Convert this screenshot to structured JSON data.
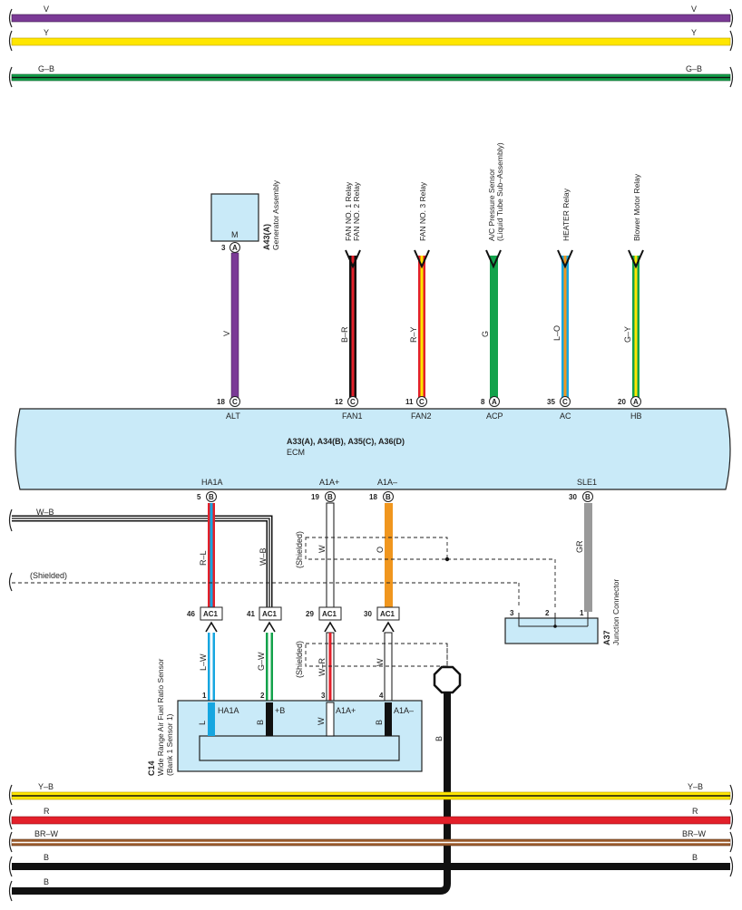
{
  "colors": {
    "V": "#7b3a96",
    "Y": "#ffe600",
    "G": "#13a24b",
    "B": "#111111",
    "R": "#e3202a",
    "W": "#ffffff",
    "L": "#16a6e0",
    "O": "#f0961e",
    "BR": "#9b5a2c",
    "GR": "#9a9a9a",
    "ecm_fill": "#c9eaf8",
    "box_stroke": "#222222"
  },
  "top_wires": [
    {
      "code": "V",
      "left_label": "V",
      "right_label": "V"
    },
    {
      "code": "Y",
      "left_label": "Y",
      "right_label": "Y"
    },
    {
      "code": "G-B",
      "left_label": "G–B",
      "right_label": "G–B"
    }
  ],
  "bottom_wires": [
    {
      "code": "Y-B",
      "left_label": "Y–B",
      "right_label": "Y–B"
    },
    {
      "code": "R",
      "left_label": "R",
      "right_label": "R"
    },
    {
      "code": "BR-W",
      "left_label": "BR–W",
      "right_label": "BR–W"
    },
    {
      "code": "B",
      "left_label": "B",
      "right_label": "B"
    },
    {
      "code": "B",
      "left_label": "B",
      "right_label": ""
    }
  ],
  "generator": {
    "code": "A43(A)",
    "name": "Generator Assembly",
    "terminal": "M",
    "pin": "3",
    "connector": "A"
  },
  "ecm": {
    "code": "A33(A), A34(B), A35(C), A36(D)",
    "name": "ECM"
  },
  "ecm_top_pins": [
    {
      "pin": "18",
      "conn": "C",
      "terminal": "ALT",
      "wire_label": "V",
      "wire_code": "V",
      "target_l1": "A43(A)",
      "target_l2": ""
    },
    {
      "pin": "12",
      "conn": "C",
      "terminal": "FAN1",
      "wire_label": "B–R",
      "wire_code": "B-R",
      "target_l1": "FAN NO. 1 Relay",
      "target_l2": "FAN NO. 2 Relay"
    },
    {
      "pin": "11",
      "conn": "C",
      "terminal": "FAN2",
      "wire_label": "R–Y",
      "wire_code": "R-Y",
      "target_l1": "FAN NO. 3 Relay",
      "target_l2": ""
    },
    {
      "pin": "8",
      "conn": "A",
      "terminal": "ACP",
      "wire_label": "G",
      "wire_code": "G",
      "target_l1": "A/C Pressure Sensor",
      "target_l2": "(Liquid Tube Sub–Assembly)"
    },
    {
      "pin": "35",
      "conn": "C",
      "terminal": "AC",
      "wire_label": "L–O",
      "wire_code": "L-O",
      "target_l1": "HEATER Relay",
      "target_l2": ""
    },
    {
      "pin": "20",
      "conn": "A",
      "terminal": "HB",
      "wire_label": "G–Y",
      "wire_code": "G-Y",
      "target_l1": "Blower Motor Relay",
      "target_l2": ""
    }
  ],
  "ecm_bottom_pins": [
    {
      "pin": "5",
      "conn": "B",
      "terminal": "HA1A"
    },
    {
      "pin": "19",
      "conn": "B",
      "terminal": "A1A+"
    },
    {
      "pin": "18",
      "conn": "B",
      "terminal": "A1A–"
    },
    {
      "pin": "30",
      "conn": "B",
      "terminal": "SLE1"
    }
  ],
  "side_wire": {
    "label": "W–B"
  },
  "shielded_label": "(Shielded)",
  "mid_wires": [
    {
      "label": "R–L",
      "code": "R-L"
    },
    {
      "label": "W–B",
      "code": "W-B"
    },
    {
      "label": "W",
      "code": "W"
    },
    {
      "label": "O",
      "code": "O"
    },
    {
      "label": "GR",
      "code": "GR"
    }
  ],
  "ac1_connectors": [
    {
      "pin": "46",
      "name": "AC1"
    },
    {
      "pin": "41",
      "name": "AC1"
    },
    {
      "pin": "29",
      "name": "AC1"
    },
    {
      "pin": "30",
      "name": "AC1"
    }
  ],
  "lower_wires": [
    {
      "label": "L–W",
      "code": "L-W"
    },
    {
      "label": "G–W",
      "code": "G-W"
    },
    {
      "label": "W–R",
      "code": "W-R"
    },
    {
      "label": "W",
      "code": "W"
    }
  ],
  "junction": {
    "code": "A37",
    "name": "Junction Connector",
    "pins": [
      "3",
      "2",
      "1"
    ]
  },
  "sensor": {
    "code": "C14",
    "name_l1": "Wide Range Air Fuel Ratio Sensor",
    "name_l2": "(Bank 1 Sensor 1)",
    "pins": [
      {
        "pin": "1",
        "terminal": "HA1A",
        "side_label": "L"
      },
      {
        "pin": "2",
        "terminal": "+B",
        "side_label": "B"
      },
      {
        "pin": "3",
        "terminal": "A1A+",
        "side_label": "W"
      },
      {
        "pin": "4",
        "terminal": "A1A–",
        "side_label": "B"
      }
    ]
  },
  "ground_wire_label": "B"
}
